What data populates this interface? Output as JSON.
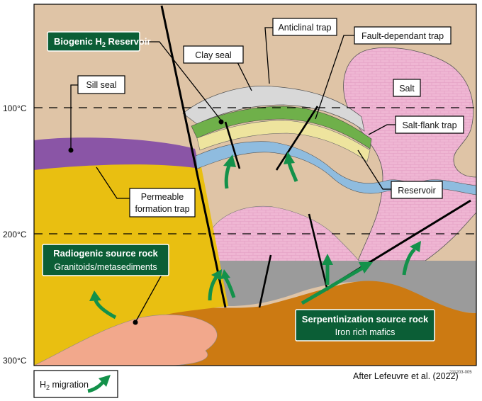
{
  "temperatures": [
    "100°C",
    "200°C",
    "300°C"
  ],
  "labels": {
    "biogenic_prefix": "Biogenic H",
    "biogenic_sub": "2",
    "biogenic_suffix": " Reservoir",
    "anticlinal_trap": "Anticlinal trap",
    "clay_seal": "Clay seal",
    "fault_trap": "Fault-dependant trap",
    "sill_seal": "Sill seal",
    "salt": "Salt",
    "salt_flank_trap": "Salt-flank trap",
    "permeable_trap_line1": "Permeable",
    "permeable_trap_line2": "formation trap",
    "reservoir": "Reservoir",
    "radiogenic_title": "Radiogenic source rock",
    "radiogenic_sub": "Granitoids/metasediments",
    "serpent_title": "Serpentinization source rock",
    "serpent_sub": "Iron rich mafics"
  },
  "legend": {
    "prefix": "H",
    "sub": "2",
    "suffix": " migration"
  },
  "citation": "After Lefeuvre et al. (2022)",
  "figure_code": "211203-005",
  "colors": {
    "background_tan": "#dfc4a6",
    "granite_yellow": "#e9bf11",
    "sill_purple": "#8a55a6",
    "salt_pink": "#efb6d3",
    "gray_layer": "#9b9b9b",
    "serpentinite_orange": "#cc7a12",
    "granite_pink": "#f2a88c",
    "clay_gray": "#d8d8d8",
    "reservoir_green": "#6fb04a",
    "reservoir_yellow": "#eee49e",
    "reservoir_blue": "#8fbcdf",
    "arrow_green": "#13914a",
    "label_green": "#0b5e36"
  }
}
